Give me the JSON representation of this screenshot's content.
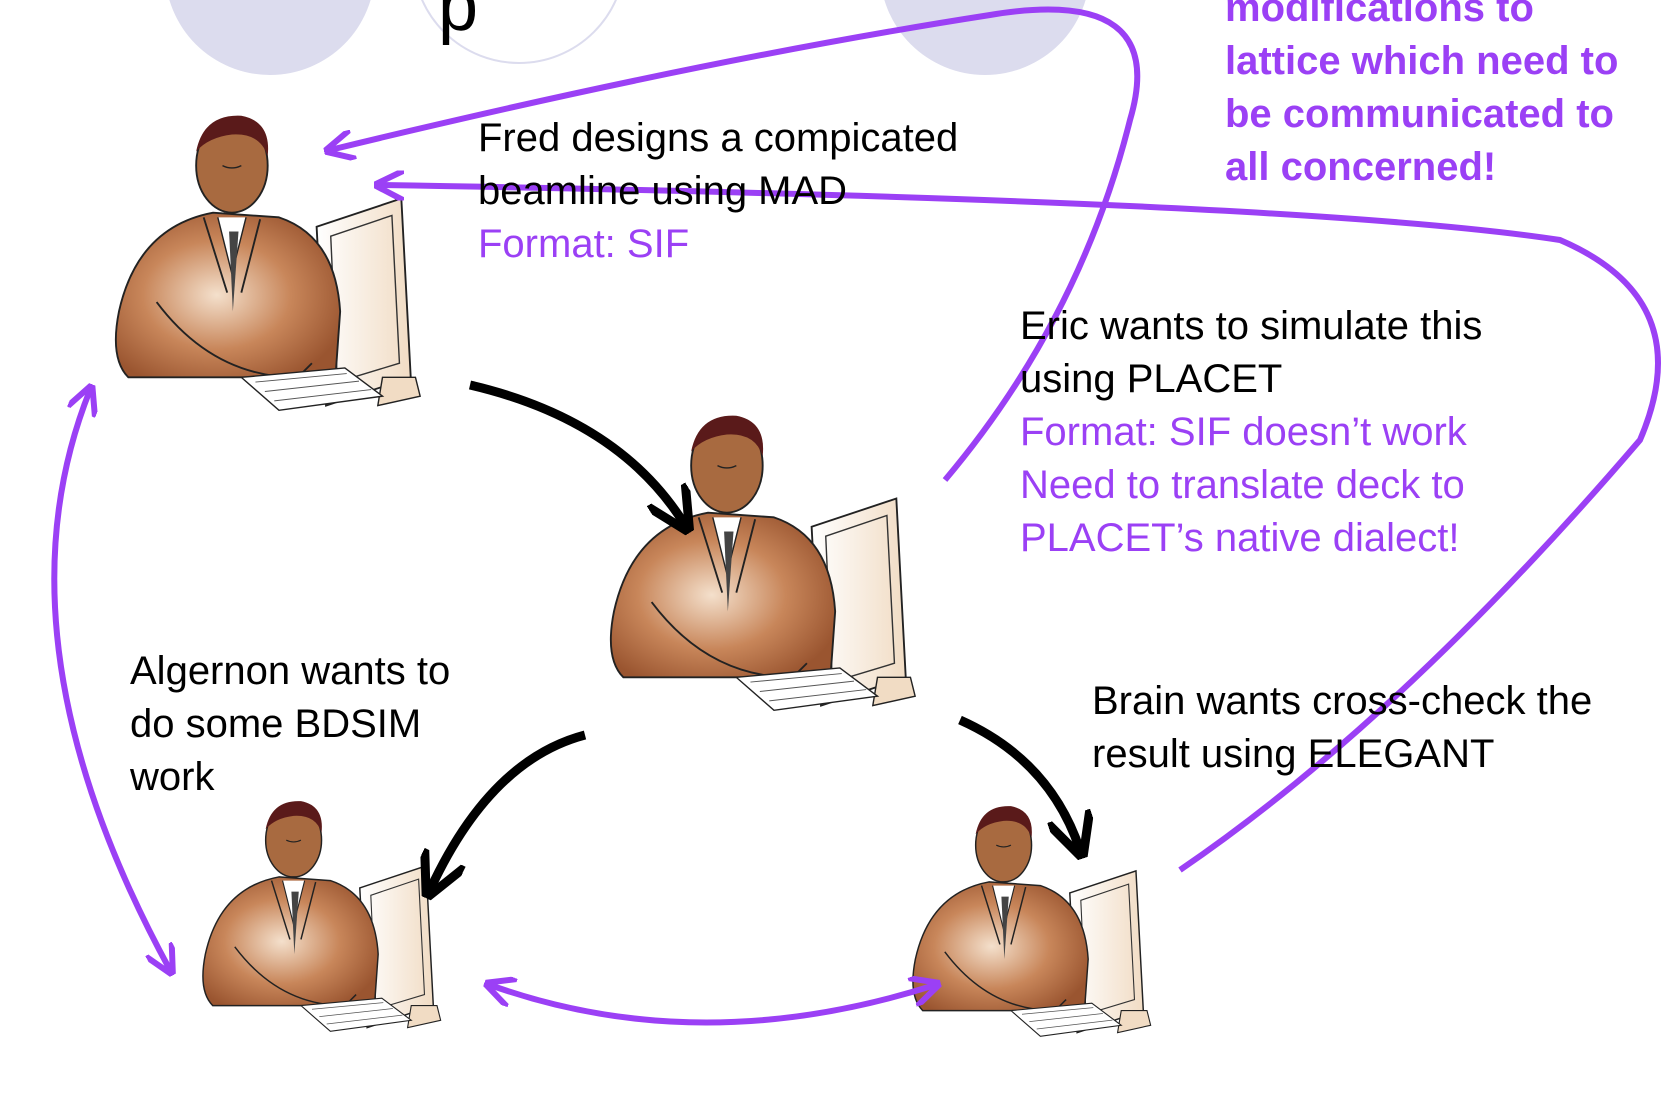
{
  "title_fragment": "p",
  "note": {
    "lines": [
      "modifications to",
      "lattice which need to",
      "be communicated to",
      "all concerned!"
    ]
  },
  "fred": {
    "line1": "Fred designs a compicated",
    "line2": "beamline using MAD",
    "format": "Format: SIF"
  },
  "eric": {
    "line1": "Eric wants to simulate this",
    "line2": "using PLACET",
    "format": "Format: SIF doesn’t work",
    "need1": "Need to translate deck to",
    "need2": "PLACET’s native dialect!"
  },
  "algernon": {
    "line1": "Algernon wants to",
    "line2": "do some BDSIM",
    "line3": "work"
  },
  "brain": {
    "line1": "Brain wants cross-check the",
    "line2": "result using ELEGANT"
  },
  "colors": {
    "accent": "#9b40f5",
    "arrow_black": "#000000",
    "decor_circle": "#dcdcee"
  }
}
